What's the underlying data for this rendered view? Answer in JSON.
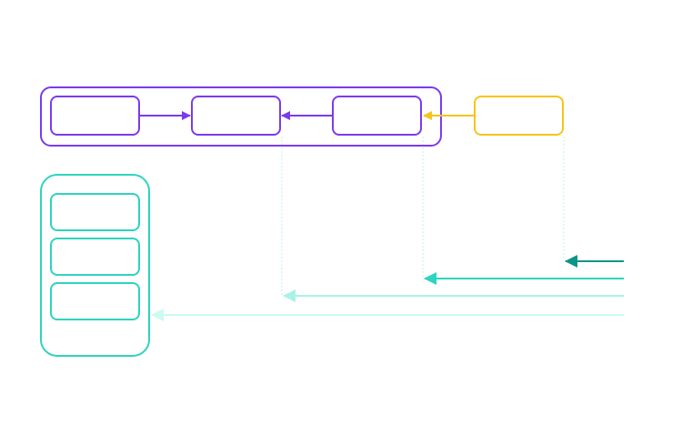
{
  "colors": {
    "purple": "#7c3aed",
    "yellow": "#f5c518",
    "teal": "#2dd4bf",
    "teal_dark": "#0d9488",
    "teal_light": "#99f6e4",
    "teal_pale": "#ccfbf1",
    "background": "#ffffff"
  },
  "diagram": {
    "row_group": {
      "boxes": [
        {
          "id": "row-box-1",
          "label": ""
        },
        {
          "id": "row-box-2",
          "label": ""
        },
        {
          "id": "row-box-3",
          "label": ""
        }
      ]
    },
    "external_box": {
      "id": "external-box",
      "label": ""
    },
    "stack_group": {
      "boxes": [
        {
          "id": "stack-box-1",
          "label": ""
        },
        {
          "id": "stack-box-2",
          "label": ""
        },
        {
          "id": "stack-box-3",
          "label": ""
        }
      ]
    }
  }
}
